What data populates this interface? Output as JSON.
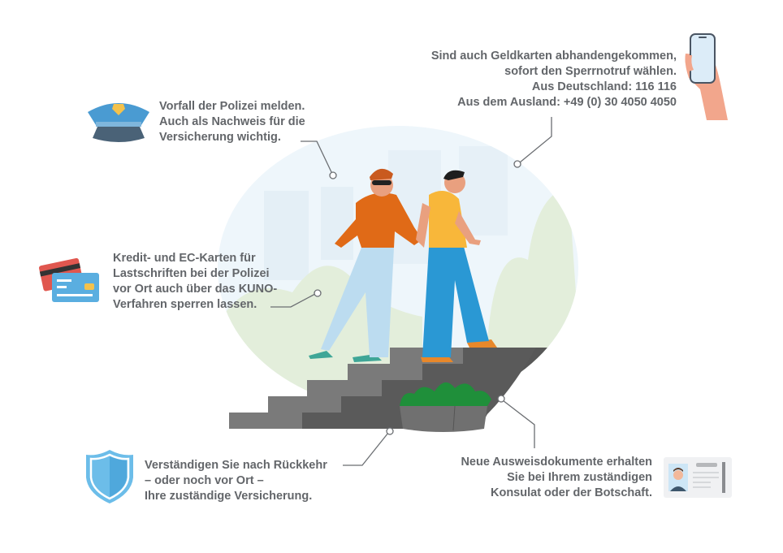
{
  "infographic": {
    "tips": [
      {
        "id": "police",
        "icon": "police-cap-icon",
        "lines": [
          "Vorfall der Polizei melden.",
          "Auch als Nachweis für die",
          "Versicherung wichtig."
        ]
      },
      {
        "id": "cards",
        "icon": "credit-cards-icon",
        "lines": [
          "Kredit- und EC-Karten für",
          "Lastschriften bei der Polizei",
          "vor Ort auch über das KUNO-",
          "Verfahren sperren lassen."
        ]
      },
      {
        "id": "hotline",
        "icon": "phone-in-hand-icon",
        "lines": [
          "Sind auch Geldkarten abhandengekommen,",
          "sofort den Sperrnotruf wählen.",
          "Aus Deutschland: 116 116",
          "Aus dem Ausland: +49 (0) 30 4050 4050"
        ]
      },
      {
        "id": "insurance",
        "icon": "shield-icon",
        "lines": [
          "Verständigen Sie nach Rückkehr",
          "– oder noch vor Ort –",
          "Ihre zuständige Versicherung."
        ]
      },
      {
        "id": "documents",
        "icon": "id-card-icon",
        "lines": [
          "Neue Ausweisdokumente erhalten",
          "Sie bei Ihrem zuständigen",
          "Konsulat oder der Botschaft."
        ]
      }
    ],
    "illustration": "pickpocket-on-stairs-illustration",
    "colors": {
      "text": "#63666a",
      "connector": "#6b6e72",
      "stairs_dark": "#5a5a5a",
      "stairs_light": "#7a7a7a",
      "hoodie": "#e06a17",
      "shirt": "#f8b73a",
      "jeans_light": "#bcdcf0",
      "jeans_blue": "#2a98d4",
      "bush": "#1f8f3a",
      "sky": "#eef6fb",
      "greenery": "#e3eedb"
    }
  }
}
